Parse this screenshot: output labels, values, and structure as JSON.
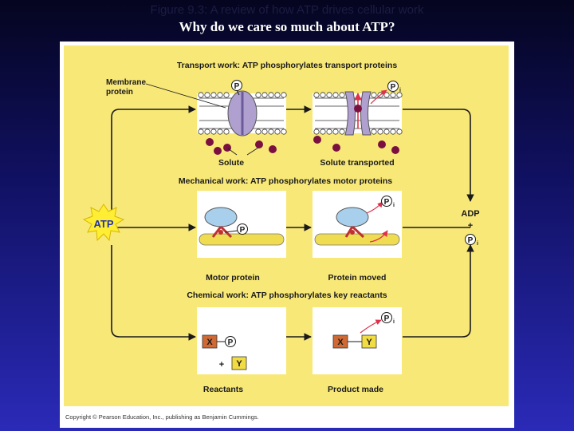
{
  "header": {
    "ghost_title": "Figure 9.3: A review of how ATP drives cellular work",
    "title": "Why do we care so much about ATP?"
  },
  "diagram": {
    "transport": {
      "heading": "Transport work: ATP phosphorylates transport proteins",
      "membrane_protein_line1": "Membrane",
      "membrane_protein_line2": "protein",
      "p_symbol": "P",
      "pi_symbol": "P",
      "pi_subscript": "i",
      "left_caption": "Solute",
      "right_caption": "Solute transported"
    },
    "mechanical": {
      "heading": "Mechanical work: ATP phosphorylates motor proteins",
      "p_symbol": "P",
      "pi_symbol": "P",
      "pi_subscript": "i",
      "left_caption": "Motor protein",
      "right_caption": "Protein moved"
    },
    "chemical": {
      "heading": "Chemical work: ATP phosphorylates key reactants",
      "x_label": "X",
      "y_label": "Y",
      "p_symbol": "P",
      "plus": "+",
      "pi_symbol": "P",
      "pi_subscript": "i",
      "left_caption": "Reactants",
      "right_caption": "Product made"
    },
    "atp_label": "ATP",
    "adp_label": "ADP",
    "adp_plus": "+",
    "adp_pi_symbol": "P",
    "adp_pi_subscript": "i"
  },
  "footer": {
    "copyright": "Copyright © Pearson Education, Inc., publishing as Benjamin Cummings."
  },
  "colors": {
    "panel": "#f8e878",
    "arrow": "#1a1a1a",
    "atp_burst": "#ffee33",
    "atp_text": "#2233aa",
    "protein": "#b0a0d0",
    "solute": "#7a1040",
    "motor": "#a8d0ec",
    "actin": "#f0dc50",
    "phosphate_link": "#c03030",
    "x_box": "#d06a34",
    "y_box": "#f2dc44",
    "red_arrow": "#e0304a"
  }
}
